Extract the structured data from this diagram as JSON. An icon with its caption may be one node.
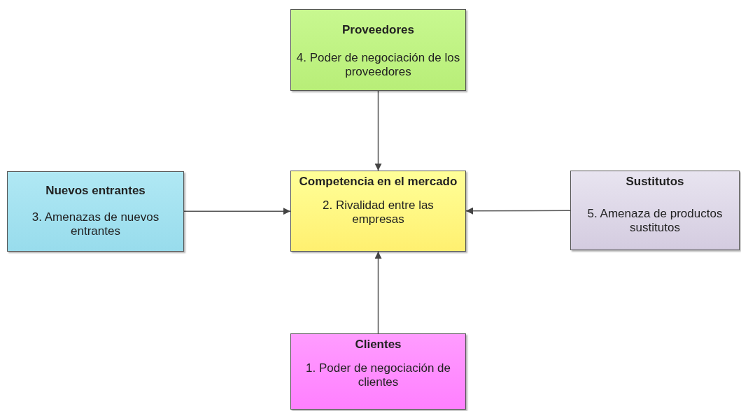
{
  "diagram": {
    "nodes": [
      {
        "text": [
          "Proveedores",
          "4. Poder de negociación de los proveedores"
        ]
      },
      {
        "text": [
          "Nuevos entrantes",
          "3. Amenazas de nuevos entrantes"
        ]
      },
      {
        "text": [
          "Competencia en el mercado",
          "2. Rivalidad entre las empresas"
        ]
      },
      {
        "text": [
          "Sustitutos",
          "5. Amenaza de productos sustitutos"
        ]
      },
      {
        "text": [
          "Clientes",
          "1. Poder de negociación de clientes"
        ]
      }
    ],
    "edges": [
      {
        "from": 0,
        "to": 2,
        "arrow": "to"
      },
      {
        "from": 1,
        "to": 2,
        "arrow": "to"
      },
      {
        "from": 3,
        "to": 2,
        "arrow": "to"
      },
      {
        "from": 4,
        "to": 2,
        "arrow": "to"
      }
    ]
  }
}
